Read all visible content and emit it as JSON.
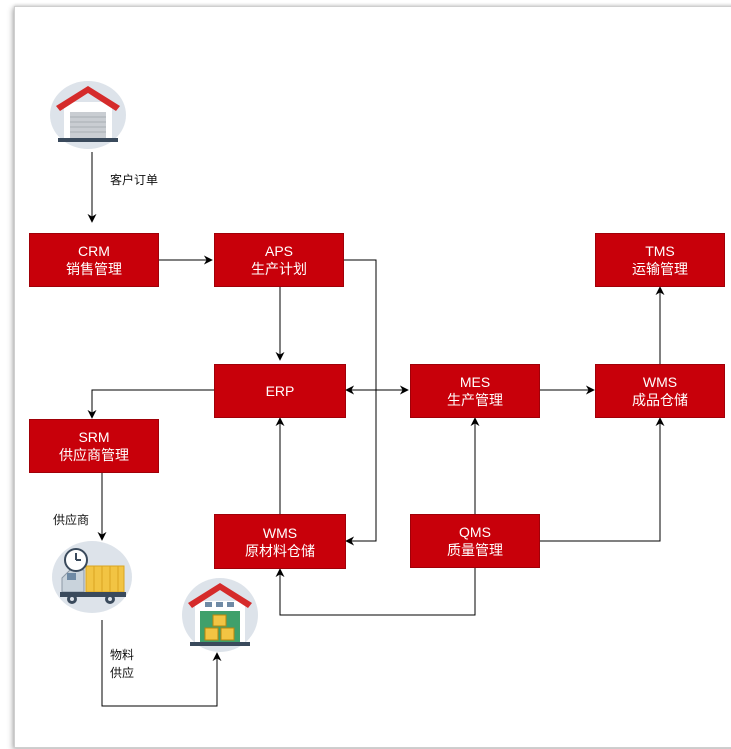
{
  "nodes": {
    "crm": {
      "line1": "CRM",
      "line2": "销售管理"
    },
    "aps": {
      "line1": "APS",
      "line2": "生产计划"
    },
    "tms": {
      "line1": "TMS",
      "line2": "运输管理"
    },
    "erp": {
      "line1": "ERP"
    },
    "mes": {
      "line1": "MES",
      "line2": "生产管理"
    },
    "wms_finished": {
      "line1": "WMS",
      "line2": "成品仓储"
    },
    "srm": {
      "line1": "SRM",
      "line2": "供应商管理"
    },
    "wms_raw": {
      "line1": "WMS",
      "line2": "原材料仓储"
    },
    "qms": {
      "line1": "QMS",
      "line2": "质量管理"
    }
  },
  "edge_labels": {
    "customer_order": "客户订单",
    "supplier": "供应商",
    "material_line1": "物料",
    "material_line2": "供应"
  },
  "icons": {
    "warehouse_top": "warehouse-icon",
    "truck": "delivery-truck-icon",
    "warehouse_bottom": "warehouse-goods-icon"
  },
  "colors": {
    "box_fill": "#c8000a",
    "box_text": "#ffffff",
    "icon_circle": "#dde3ea",
    "roof": "#d52b2b"
  }
}
